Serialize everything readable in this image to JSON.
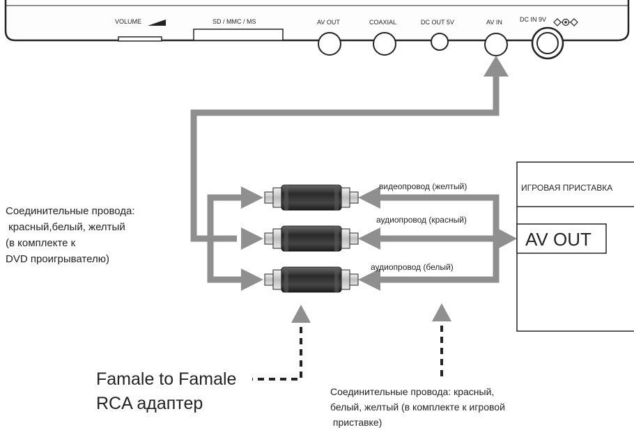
{
  "device_panel": {
    "volume_label": "VOLUME",
    "card_slot_label": "SD / MMC / MS",
    "av_out_label": "AV OUT",
    "coaxial_label": "COAXIAL",
    "dc_out_label": "DC OUT 5V",
    "av_in_label": "AV IN",
    "dc_in_label": "DC IN 9V"
  },
  "console": {
    "title": "ИГРОВАЯ ПРИСТАВКА",
    "port_label": "AV OUT"
  },
  "wires": {
    "video": "видеопровод (желтый)",
    "audio_red": "аудиопровод (красный)",
    "audio_white": "аудиопровод (белый)"
  },
  "left_note": {
    "line1": "Соединительные провода:",
    "line2": " красный,белый, желтый",
    "line3": "(в комплекте к",
    "line4": "DVD проигрывателю)"
  },
  "adapter_note": {
    "line1": "Famale to Famale",
    "line2": "RCA адаптер"
  },
  "bottom_note": {
    "line1": "Соединительные провода: красный,",
    "line2": "белый, желтый (в комплекте к игровой",
    "line3": " приставке)"
  },
  "colors": {
    "arrow": "#8f8f8f",
    "outline": "#222222",
    "connector_dark": "#3a3a3a"
  }
}
